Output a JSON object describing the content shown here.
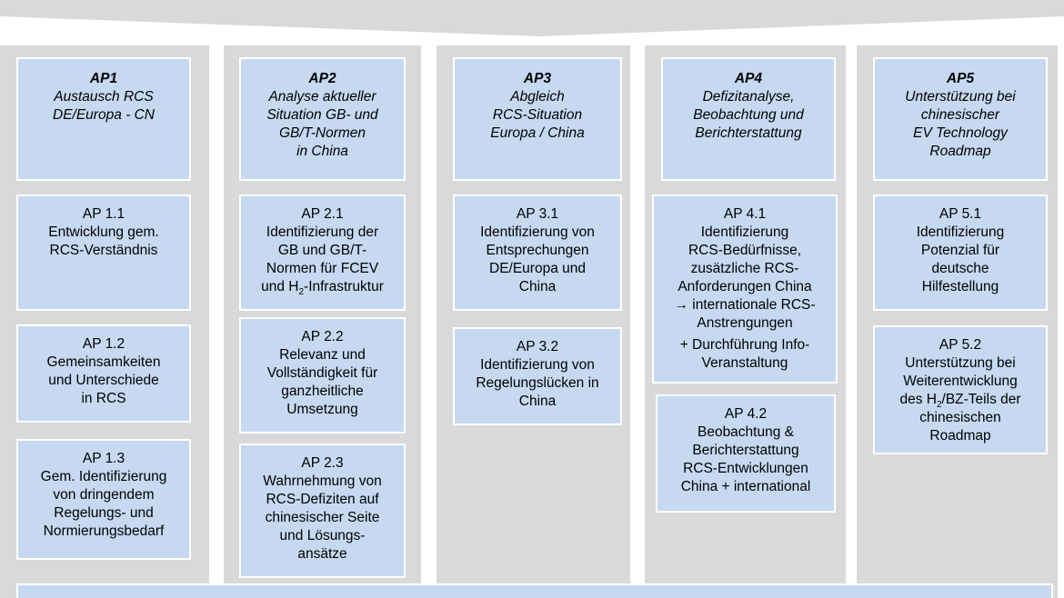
{
  "colors": {
    "column": "#d9d9d9",
    "box": "#c6d9f1",
    "arrow": "#d9d9d9"
  },
  "columns": [
    {
      "head": {
        "title": "AP1",
        "lines": [
          "Austausch RCS",
          "DE/Europa - CN"
        ]
      },
      "subs": [
        {
          "title": "AP 1.1",
          "lines": [
            "Entwicklung gem.",
            "RCS-Verständnis"
          ]
        },
        {
          "title": "AP 1.2",
          "lines": [
            "Gemeinsamkeiten",
            "und Unterschiede",
            "in RCS"
          ]
        },
        {
          "title": "AP 1.3",
          "lines": [
            "Gem. Identifizierung",
            "von dringendem",
            "Regelungs- und",
            "Normierungsbedarf"
          ]
        }
      ]
    },
    {
      "head": {
        "title": "AP2",
        "lines": [
          "Analyse aktueller",
          "Situation GB- und",
          "GB/T-Normen",
          "in China"
        ]
      },
      "subs": [
        {
          "title": "AP 2.1",
          "lines": [
            "Identifizierung der",
            "GB und GB/T-",
            "Normen für FCEV"
          ],
          "h2_line": {
            "pre": "und H",
            "sub": "2",
            "post": "-Infrastruktur"
          }
        },
        {
          "title": "AP 2.2",
          "lines": [
            "Relevanz und",
            "Vollständigkeit für",
            "ganzheitliche",
            "Umsetzung"
          ]
        },
        {
          "title": "AP 2.3",
          "lines": [
            "Wahrnehmung von",
            "RCS-Defiziten auf",
            "chinesischer Seite",
            "und Lösungs-",
            "ansätze"
          ]
        }
      ]
    },
    {
      "head": {
        "title": "AP3",
        "lines": [
          "Abgleich",
          "RCS-Situation",
          "Europa / China"
        ]
      },
      "subs": [
        {
          "title": "AP 3.1",
          "lines": [
            "Identifizierung von",
            "Entsprechungen",
            "DE/Europa und",
            "China"
          ]
        },
        {
          "title": "AP 3.2",
          "lines": [
            "Identifizierung von",
            "Regelungslücken in",
            "China"
          ]
        }
      ]
    },
    {
      "head": {
        "title": "AP4",
        "lines": [
          "Defizitanalyse,",
          "Beobachtung und",
          "Berichterstattung"
        ]
      },
      "subs": [
        {
          "title": "AP 4.1",
          "lines": [
            "Identifizierung",
            "RCS-Bedürfnisse,",
            "zusätzliche RCS-",
            "Anforderungen China",
            "→ internationale RCS-",
            "Anstrengungen"
          ],
          "gap_lines": [
            "+ Durchführung Info-",
            "Veranstaltung"
          ]
        },
        {
          "title": "AP 4.2",
          "lines": [
            "Beobachtung &",
            "Berichterstattung",
            "RCS-Entwicklungen",
            "China + international"
          ]
        }
      ]
    },
    {
      "head": {
        "title": "AP5",
        "lines": [
          "Unterstützung bei",
          "chinesischer",
          "EV Technology",
          "Roadmap"
        ]
      },
      "subs": [
        {
          "title": "AP 5.1",
          "lines": [
            "Identifizierung",
            "Potenzial für",
            "deutsche",
            "Hilfestellung"
          ]
        },
        {
          "title": "AP 5.2",
          "lines": [
            "Unterstützung bei",
            "Weiterentwicklung"
          ],
          "h2_line": {
            "pre": "des H",
            "sub": "2",
            "post": "/BZ-Teils der"
          },
          "lines_after": [
            "chinesischen",
            "Roadmap"
          ]
        }
      ]
    }
  ]
}
